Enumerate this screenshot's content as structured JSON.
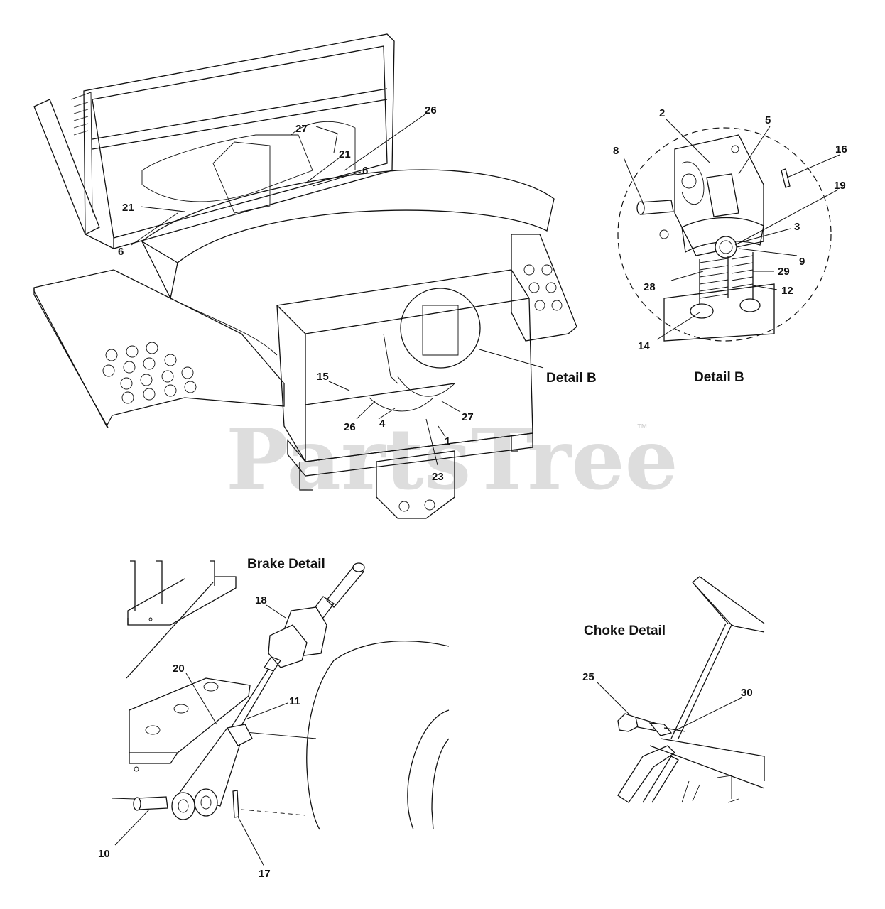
{
  "watermark": {
    "text": "PartsTree",
    "trademark": "™"
  },
  "detail_titles": {
    "detail_b_pointer": "Detail B",
    "detail_b_title": "Detail B",
    "brake": "Brake Detail",
    "choke": "Choke Detail"
  },
  "callouts": {
    "main": [
      "26",
      "27",
      "21",
      "6",
      "21",
      "6",
      "15",
      "26",
      "4",
      "27",
      "1",
      "23"
    ],
    "detail_b": [
      "2",
      "5",
      "8",
      "16",
      "19",
      "3",
      "9",
      "28",
      "29",
      "12",
      "14"
    ],
    "brake": [
      "18",
      "20",
      "11",
      "10",
      "17"
    ],
    "choke": [
      "25",
      "30"
    ]
  }
}
